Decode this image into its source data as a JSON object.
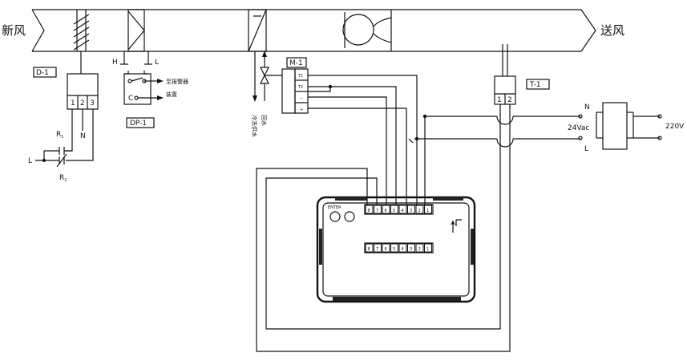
{
  "labels": {
    "fresh_air": "新风",
    "supply_air": "送风",
    "d1": "D-1",
    "dp1": "DP-1",
    "m1": "M-1",
    "t1": "T-1",
    "h": "H",
    "l_dp": "L",
    "c": "C",
    "alarm_line1": "至报警器",
    "alarm_line2": "装置",
    "r1": "R",
    "r1_sub": "1",
    "r2": "R",
    "r2_sub": "2",
    "n_relay": "N",
    "l_relay": "L",
    "d1_t1": "1",
    "d1_t2": "2",
    "d1_t3": "3",
    "m1_t1": "T1",
    "m1_t2": "T2",
    "m1_minus": "−",
    "m1_plus": "+",
    "chilled_supply": "冷冻供水",
    "return_water": "回水",
    "t1_p1": "1",
    "t1_p2": "2",
    "n_tr": "N",
    "l_tr": "L",
    "vac24": "24Vac",
    "v220": "220V",
    "enter": "ENTER",
    "top_terminals": [
      "8",
      "7",
      "6",
      "5",
      "4",
      "3",
      "2",
      "1"
    ],
    "bot_terminals": [
      "8",
      "7",
      "6",
      "5",
      "4",
      "3",
      "2",
      "1"
    ]
  }
}
